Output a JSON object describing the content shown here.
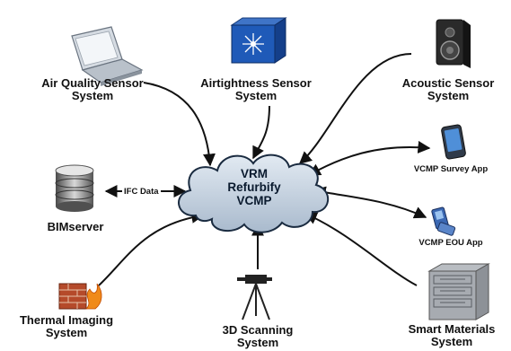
{
  "center": {
    "lines": [
      "VRM",
      "Refurbify",
      "VCMP"
    ]
  },
  "nodes": {
    "air_quality": {
      "lines": [
        "Air Quality Sensor",
        "System"
      ],
      "icon": "laptop-icon"
    },
    "airtightness": {
      "lines": [
        "Airtightness Sensor",
        "System"
      ],
      "icon": "network-switch-icon"
    },
    "acoustic": {
      "lines": [
        "Acoustic Sensor",
        "System"
      ],
      "icon": "speaker-icon"
    },
    "survey_app": {
      "lines": [
        "VCMP Survey App"
      ],
      "icon": "smartphone-icon"
    },
    "eou_app": {
      "lines": [
        "VCMP EOU App"
      ],
      "icon": "flip-phone-icon"
    },
    "bimserver": {
      "lines": [
        "BIMserver"
      ],
      "icon": "database-icon"
    },
    "thermal": {
      "lines": [
        "Thermal Imaging",
        "System"
      ],
      "icon": "firewall-icon"
    },
    "scanning": {
      "lines": [
        "3D Scanning",
        "System"
      ],
      "icon": "tripod-scanner-icon"
    },
    "smart_materials": {
      "lines": [
        "Smart Materials",
        "System"
      ],
      "icon": "server-rack-icon"
    }
  },
  "edge_labels": {
    "ifc": "IFC Data"
  },
  "colors": {
    "cloud_fill": "#c9d6e4",
    "cloud_stroke": "#1a2b40",
    "arrow": "#111111"
  }
}
